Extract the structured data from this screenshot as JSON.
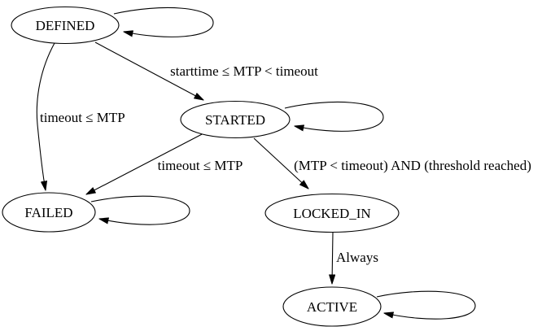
{
  "diagram": {
    "type": "state-machine-graph",
    "colors": {
      "background": "#ffffff",
      "stroke": "#000000",
      "text": "#000000"
    },
    "nodes": [
      {
        "id": "defined",
        "label": "DEFINED",
        "self_loop": true
      },
      {
        "id": "started",
        "label": "STARTED",
        "self_loop": true
      },
      {
        "id": "failed",
        "label": "FAILED",
        "self_loop": true
      },
      {
        "id": "locked_in",
        "label": "LOCKED_IN",
        "self_loop": false
      },
      {
        "id": "active",
        "label": "ACTIVE",
        "self_loop": true
      }
    ],
    "edges": [
      {
        "from": "DEFINED",
        "to": "STARTED",
        "label": "starttime ≤ MTP < timeout"
      },
      {
        "from": "DEFINED",
        "to": "FAILED",
        "label": "timeout ≤ MTP"
      },
      {
        "from": "STARTED",
        "to": "FAILED",
        "label": "timeout ≤ MTP"
      },
      {
        "from": "STARTED",
        "to": "LOCKED_IN",
        "label": "(MTP < timeout) AND (threshold reached)"
      },
      {
        "from": "LOCKED_IN",
        "to": "ACTIVE",
        "label": "Always"
      }
    ]
  }
}
